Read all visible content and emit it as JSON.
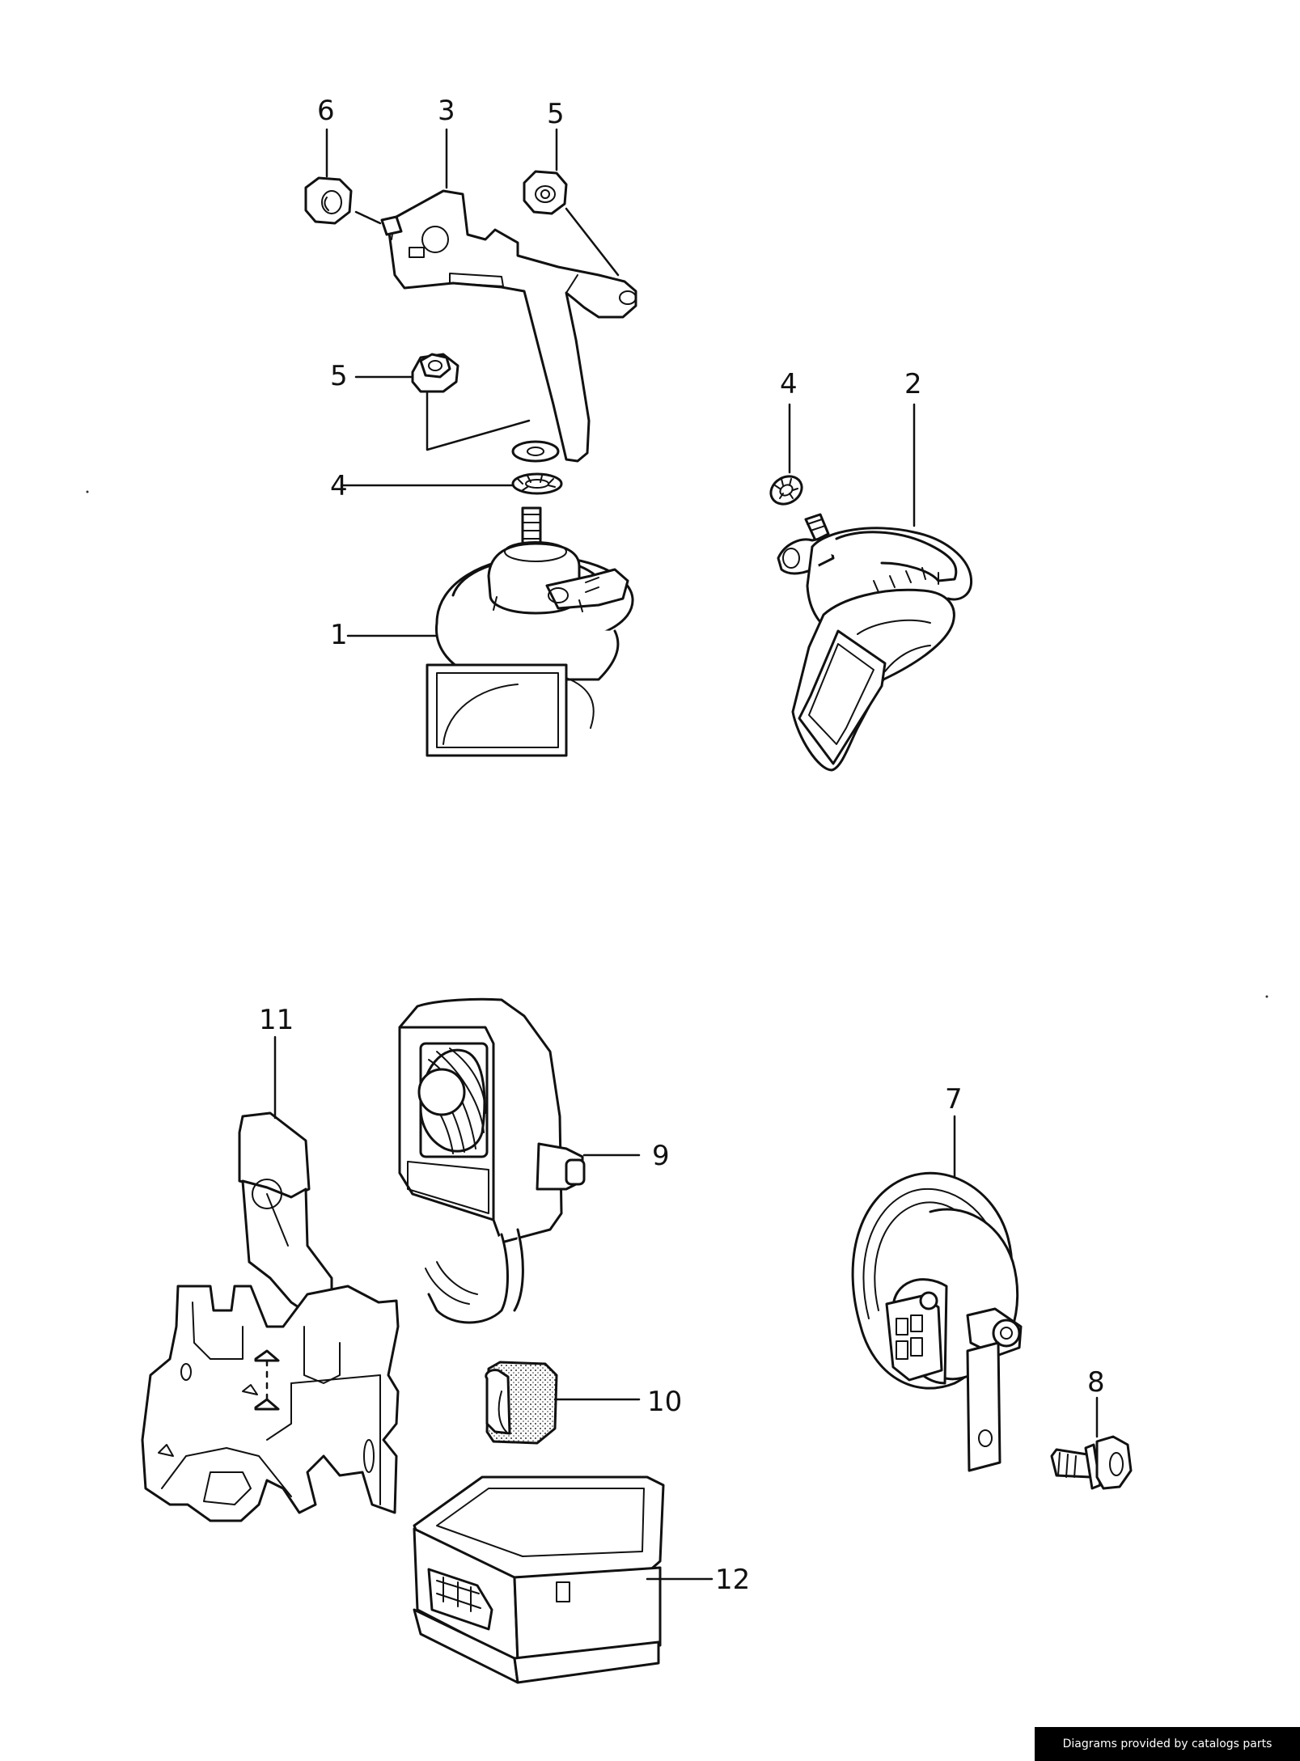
{
  "credit": "Diagrams provided by catalogs parts",
  "callouts": {
    "c1": "1",
    "c2": "2",
    "c3": "3",
    "c4a": "4",
    "c4b": "4",
    "c5a": "5",
    "c5b": "5",
    "c6": "6",
    "c7": "7",
    "c8": "8",
    "c9": "9",
    "c10": "10",
    "c11": "11",
    "c12": "12"
  },
  "icons": {
    "horn-low": "horn-icon",
    "horn-high": "horn-icon",
    "bracket": "bracket-icon",
    "nut": "nut-icon",
    "washer": "lock-washer-icon",
    "siren": "siren-icon",
    "relay": "relay-icon",
    "control-unit": "control-unit-icon",
    "screw": "screw-icon"
  }
}
